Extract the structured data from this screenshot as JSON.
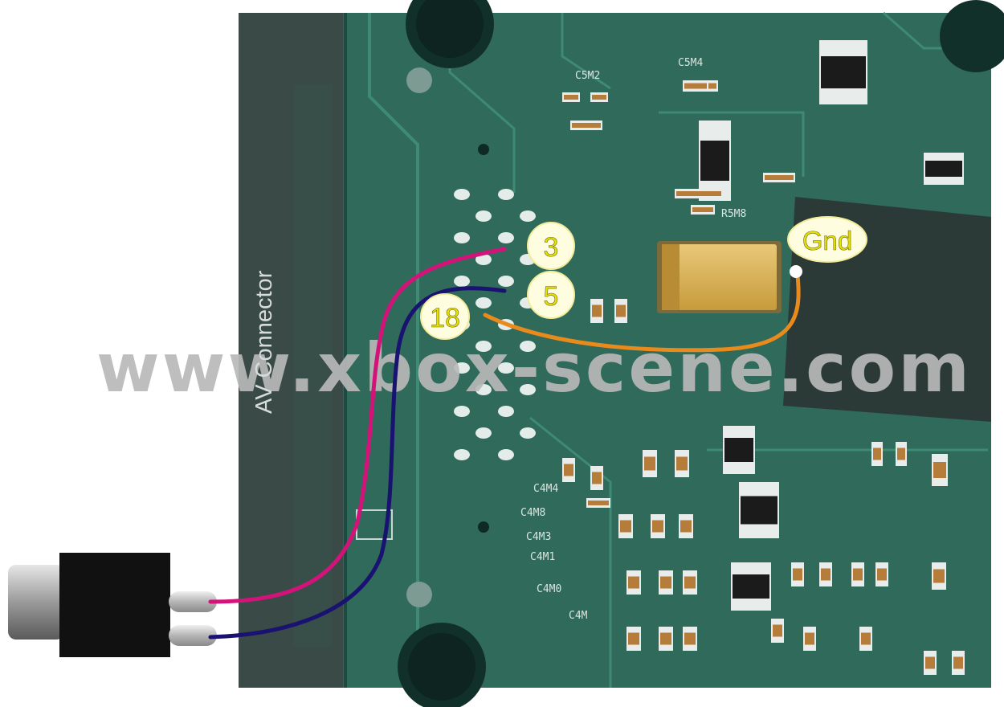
{
  "diagram": {
    "connector_label": "AV Connector",
    "watermark": "www.xbox-scene.com",
    "pin_labels": [
      {
        "id": "pin-3",
        "text": "3"
      },
      {
        "id": "pin-5",
        "text": "5"
      },
      {
        "id": "pin-18",
        "text": "18"
      },
      {
        "id": "gnd",
        "text": "Gnd"
      }
    ],
    "silkscreen": [
      "C5M2",
      "C5M4",
      "R5M8",
      "C4M4",
      "C4M8",
      "C4M3",
      "C4M1",
      "C4M0",
      "C4M"
    ]
  },
  "colors": {
    "board": "#2f6a5a",
    "board_dark": "#1f4e43",
    "connector_panel": "#3a4a47",
    "label_fill": "#fffde0",
    "label_text": "#e8e000",
    "wire_pink": "#d4137a",
    "wire_navy": "#1a1270",
    "wire_orange": "#e98a1c",
    "watermark": "#b8b8b8",
    "rca_body": "#111111"
  }
}
